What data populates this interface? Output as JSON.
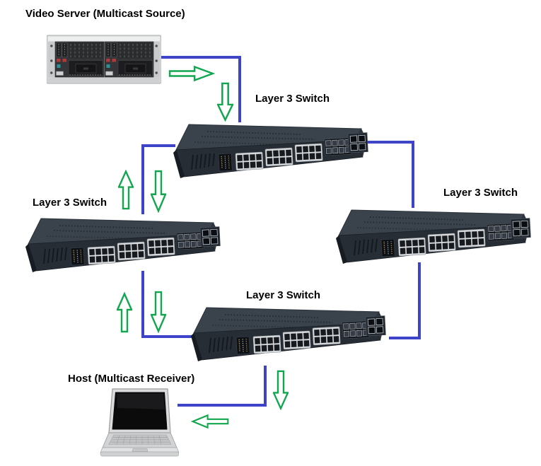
{
  "diagram": {
    "nodes": [
      {
        "id": "video-server",
        "label": "Video Server (Multicast Source)",
        "type": "rack-server"
      },
      {
        "id": "switch-top",
        "label": "Layer 3 Switch",
        "type": "layer3-switch"
      },
      {
        "id": "switch-left",
        "label": "Layer 3 Switch",
        "type": "layer3-switch"
      },
      {
        "id": "switch-right",
        "label": "Layer 3 Switch",
        "type": "layer3-switch"
      },
      {
        "id": "switch-bottom",
        "label": "Layer 3 Switch",
        "type": "layer3-switch"
      },
      {
        "id": "host",
        "label": "Host (Multicast Receiver)",
        "type": "laptop"
      }
    ],
    "links": [
      {
        "from": "video-server",
        "to": "switch-top"
      },
      {
        "from": "switch-top",
        "to": "switch-left"
      },
      {
        "from": "switch-left",
        "to": "switch-bottom"
      },
      {
        "from": "switch-top",
        "to": "switch-right"
      },
      {
        "from": "switch-right",
        "to": "switch-bottom"
      },
      {
        "from": "switch-bottom",
        "to": "host"
      }
    ],
    "flow_arrows": [
      {
        "at": "video-server to switch-top",
        "direction": "right"
      },
      {
        "at": "video-server to switch-top",
        "direction": "down"
      },
      {
        "at": "switch-top to switch-left",
        "direction": "up"
      },
      {
        "at": "switch-top to switch-left",
        "direction": "down"
      },
      {
        "at": "switch-left to switch-bottom",
        "direction": "up"
      },
      {
        "at": "switch-left to switch-bottom",
        "direction": "down"
      },
      {
        "at": "switch-bottom to host",
        "direction": "down"
      },
      {
        "at": "switch-bottom to host",
        "direction": "left"
      }
    ]
  },
  "colors": {
    "link_line": "#3e44c9",
    "flow_arrow": "#12a64f",
    "label_text": "#000000"
  }
}
